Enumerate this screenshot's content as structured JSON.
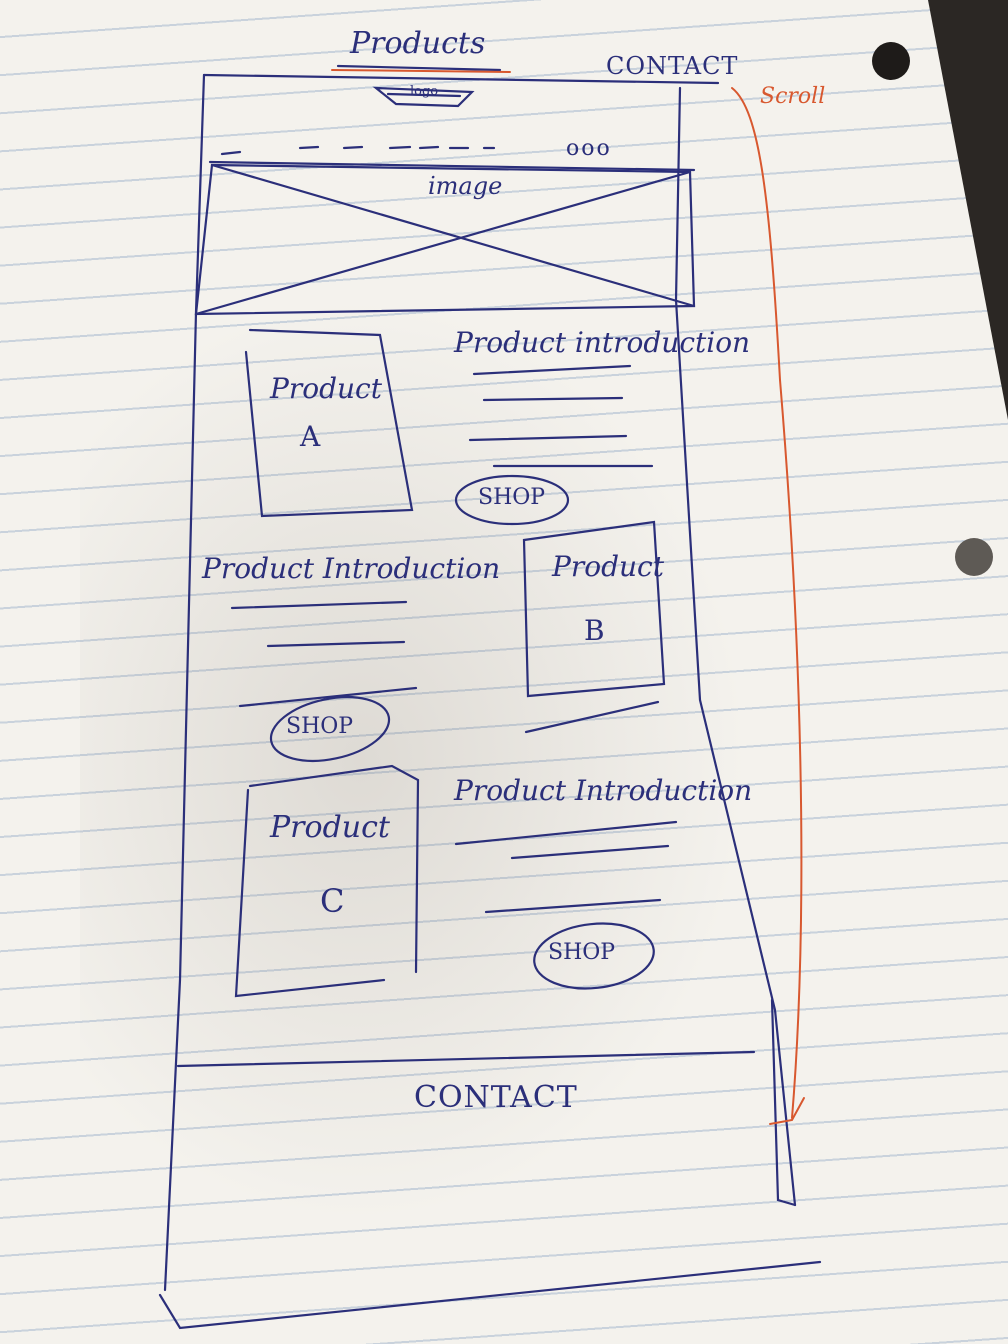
{
  "page_title": "Products",
  "header_link": "CONTACT",
  "scroll_label": "Scroll",
  "logo_label": "logo",
  "nav_more": "ooo",
  "hero_label": "image",
  "products": [
    {
      "name": "Product",
      "letter": "A",
      "intro": "Product introduction",
      "shop": "SHOP"
    },
    {
      "name": "Product",
      "letter": "B",
      "intro": "Product Introduction",
      "shop": "SHOP"
    },
    {
      "name": "Product",
      "letter": "C",
      "intro": "Product Introduction",
      "shop": "SHOP"
    }
  ],
  "footer_label": "CONTACT",
  "colors": {
    "ink": "#2b2f7a",
    "accent": "#d8582f"
  }
}
